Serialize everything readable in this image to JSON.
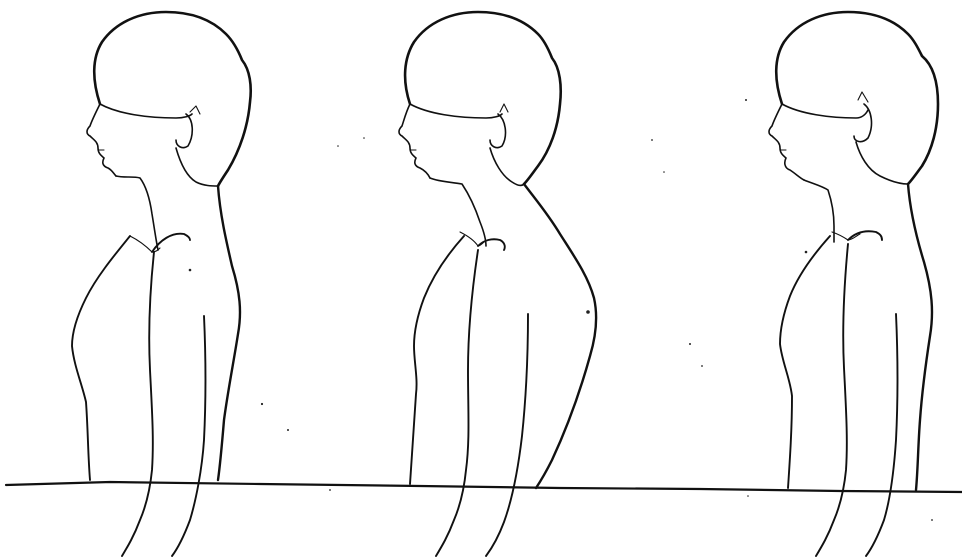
{
  "image": {
    "kind": "line-drawing",
    "subject": "three-female-profile-postures",
    "colors": {
      "background": "#ffffff",
      "ink": "#111111"
    }
  },
  "figures": [
    {
      "id": "figure-1"
    },
    {
      "id": "figure-2"
    },
    {
      "id": "figure-3"
    }
  ]
}
